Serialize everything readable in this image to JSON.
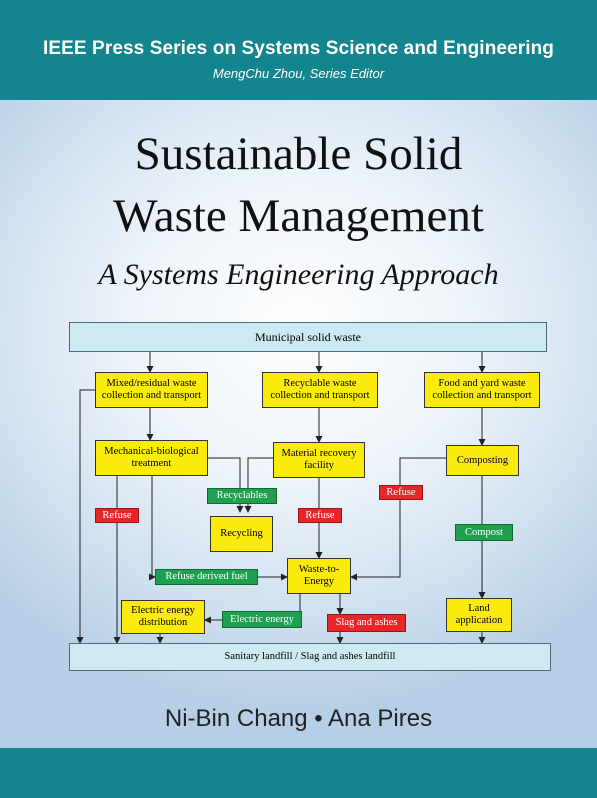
{
  "series": {
    "title": "IEEE Press Series on Systems Science and Engineering",
    "editor": "MengChu Zhou, Series Editor"
  },
  "book": {
    "title_line1": "Sustainable Solid",
    "title_line2": "Waste Management",
    "subtitle": "A Systems Engineering Approach",
    "authors": "Ni-Bin Chang • Ana Pires"
  },
  "diagram": {
    "top": "Municipal solid waste",
    "mixed": "Mixed/residual waste collection and transport",
    "recyclable": "Recyclable waste collection and transport",
    "food": "Food and yard waste collection and transport",
    "mbt": "Mechanical-biological treatment",
    "mrf": "Material recovery facility",
    "composting": "Composting",
    "recyclables": "Recyclables",
    "refuse1": "Refuse",
    "refuse2": "Refuse",
    "refuse3": "Refuse",
    "recycling": "Recycling",
    "compost": "Compost",
    "rdf": "Refuse derived fuel",
    "wte": "Waste-to-Energy",
    "elec_dist": "Electric energy distribution",
    "elec_energy": "Electric energy",
    "slag": "Slag and ashes",
    "land": "Land application",
    "landfill": "Sanitary landfill / Slag and ashes landfill"
  },
  "colors": {
    "teal_band": "#12858e",
    "yellow_box": "#fbeb0c",
    "green_box": "#1ea050",
    "red_box": "#e8262a",
    "light_blue_box": "#cde9f1"
  }
}
